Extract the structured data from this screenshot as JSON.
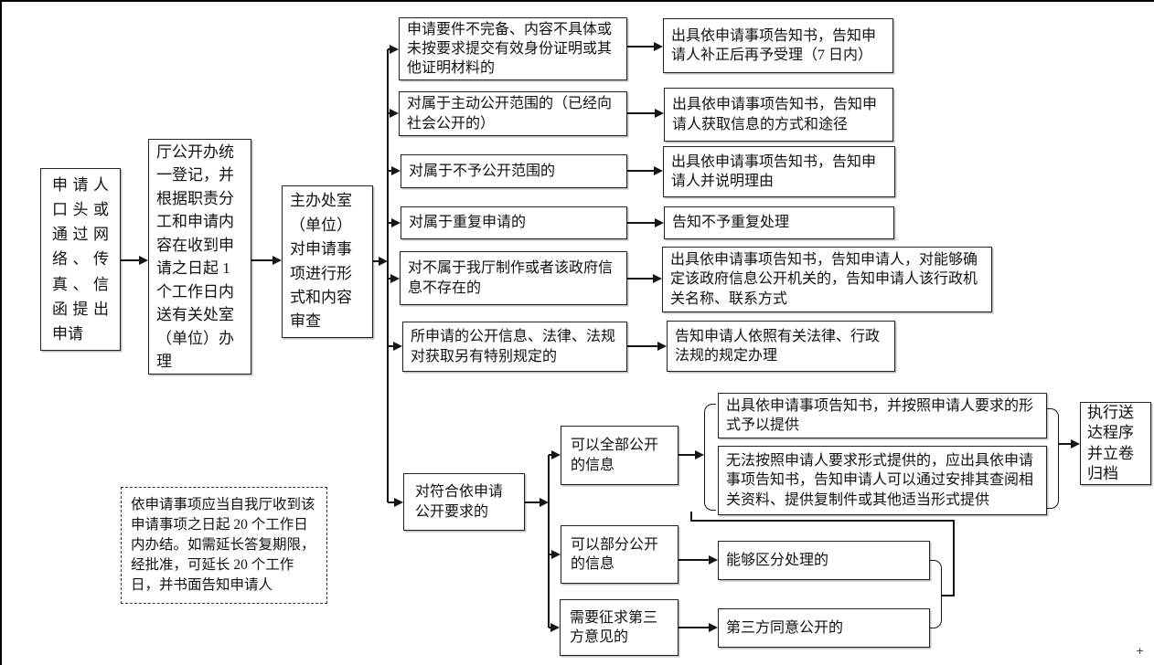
{
  "diagram": {
    "nodes": {
      "applicant": {
        "text": "申请人口头或通过网络、传真、信函提出申请"
      },
      "registration": {
        "text": "厅公开办统一登记，并根据职责分工和申请内容在收到申请之日起 1 个工作日内送有关处室（单位）办理"
      },
      "review": {
        "text": "主办处室（单位）对申请事项进行形式和内容审查"
      },
      "branch_incomplete": {
        "text": "申请要件不完备、内容不具体或未按要求提交有效身份证明或其他证明材料的"
      },
      "branch_already_public": {
        "text": "对属于主动公开范围的（已经向社会公开的）"
      },
      "branch_not_public": {
        "text": "对属于不予公开范围的"
      },
      "branch_repeat": {
        "text": "对属于重复申请的"
      },
      "branch_not_ours": {
        "text": "对不属于我厅制作或者该政府信息不存在的"
      },
      "branch_special_law": {
        "text": "所申请的公开信息、法律、法规对获取另有特别规定的"
      },
      "branch_qualified": {
        "text": "对符合依申请公开要求的"
      },
      "outcome_incomplete": {
        "text": "出具依申请事项告知书，告知申请人补正后再予受理（7 日内）"
      },
      "outcome_already_public": {
        "text": "出具依申请事项告知书，告知申请人获取信息的方式和途径"
      },
      "outcome_not_public": {
        "text": "出具依申请事项告知书，告知申请人并说明理由"
      },
      "outcome_repeat": {
        "text": "告知不予重复处理"
      },
      "outcome_not_ours": {
        "text": "出具依申请事项告知书，告知申请人，对能够确定该政府信息公开机关的，告知申请人该行政机关名称、联系方式"
      },
      "outcome_special_law": {
        "text": "告知申请人依照有关法律、行政法规的规定办理"
      },
      "full_disclosure": {
        "text": "可以全部公开的信息"
      },
      "partial_disclosure": {
        "text": "可以部分公开的信息"
      },
      "third_party": {
        "text": "需要征求第三方意见的"
      },
      "provide_as_requested": {
        "text": "出具依申请事项告知书，并按照申请人要求的形式予以提供"
      },
      "provide_alternative": {
        "text": "无法按照申请人要求形式提供的，应出具依申请事项告知书，告知申请人可以通过安排其查阅相关资料、提供复制件或其他适当形式提供"
      },
      "separable": {
        "text": "能够区分处理的"
      },
      "third_party_agree": {
        "text": "第三方同意公开的"
      },
      "final_delivery": {
        "text": "执行送达程序并立卷归档"
      }
    },
    "note": {
      "text": "依申请事项应当自我厅收到该申请事项之日起 20 个工作日内办结。如需延长答复期限，经批准，可延长 20 个工作日，并书面告知申请人"
    },
    "corner_mark": "+"
  }
}
